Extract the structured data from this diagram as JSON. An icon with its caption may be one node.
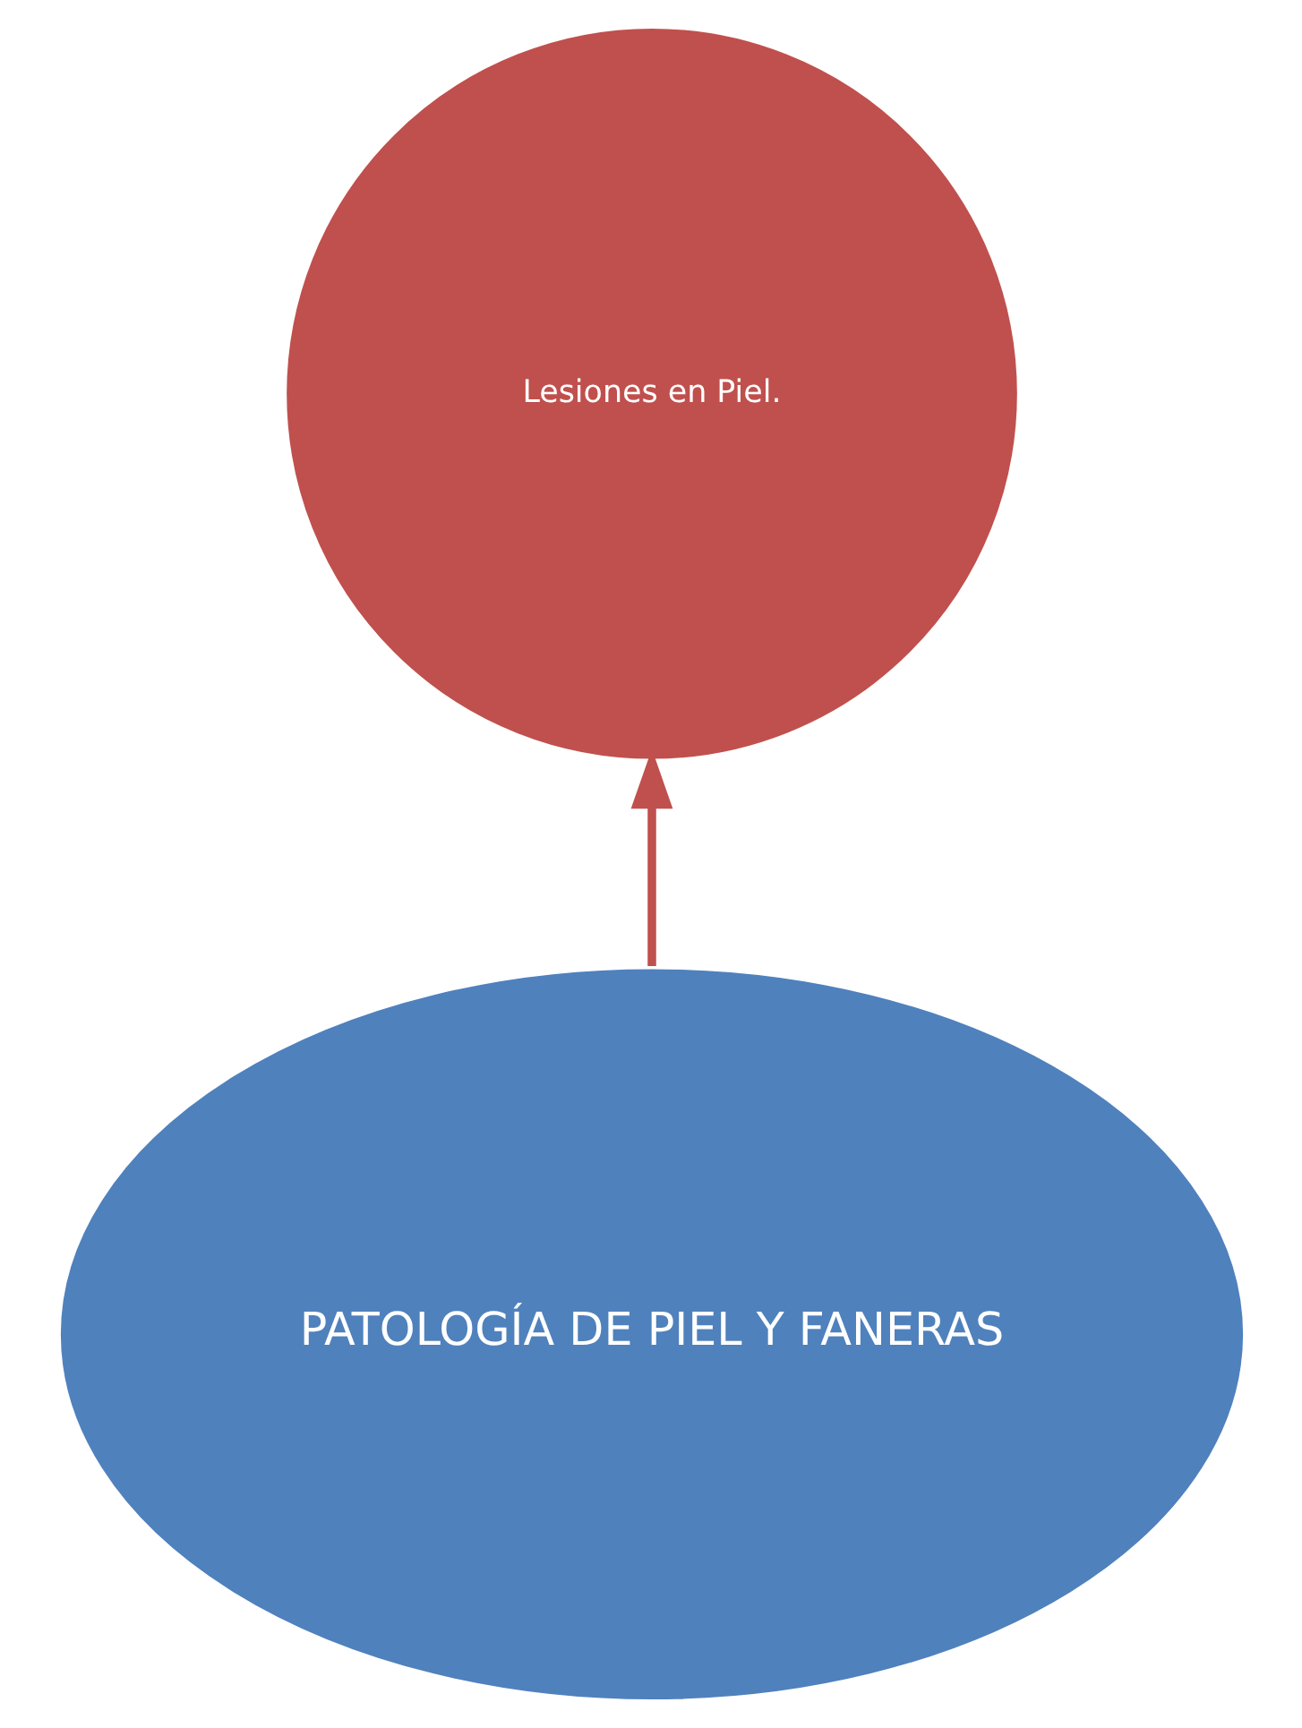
{
  "diagram": {
    "nodes": [
      {
        "text": [
          "Lesiones en Piel."
        ]
      },
      {
        "text": [
          "PATOLOGÍA DE PIEL Y FANERAS"
        ]
      }
    ],
    "edges": [
      {
        "from": 1,
        "to": 0,
        "arrow": "to",
        "color": "#c0504d"
      }
    ]
  }
}
